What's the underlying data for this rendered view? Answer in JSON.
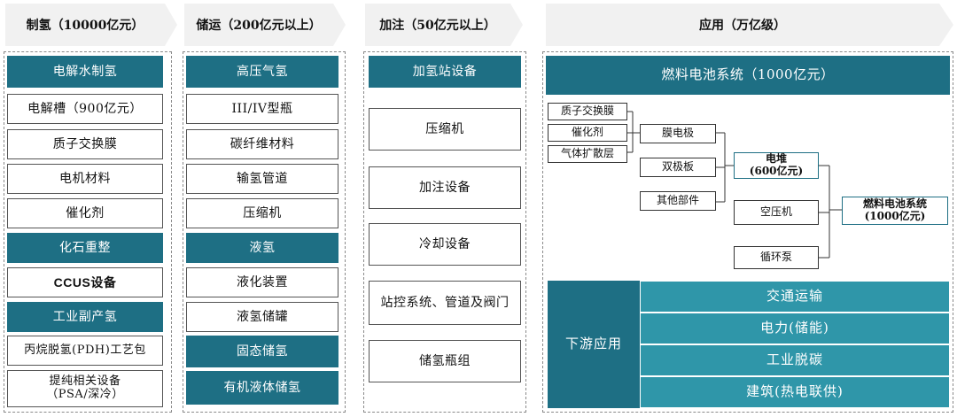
{
  "headers": [
    {
      "label": "制氢（10000亿元）"
    },
    {
      "label": "储运（200亿元以上）"
    },
    {
      "label": "加注（50亿元以上）"
    },
    {
      "label": "应用（万亿级）"
    }
  ],
  "production": {
    "items": [
      "电解水制氢",
      "电解槽（900亿元）",
      "质子交换膜",
      "电机材料",
      "催化剂",
      "化石重整",
      "CCUS设备",
      "工业副产氢",
      "丙烷脱氢(PDH)工艺包",
      "提纯相关设备\n（PSA/深冷）"
    ]
  },
  "storage": {
    "items": [
      "高压气氢",
      "III/IV型瓶",
      "碳纤维材料",
      "输氢管道",
      "压缩机",
      "液氢",
      "液化装置",
      "液氢储罐",
      "固态储氢",
      "有机液体储氢"
    ]
  },
  "refuel": {
    "title": "加氢站设备",
    "items": [
      "压缩机",
      "加注设备",
      "冷却设备",
      "站控系统、管道及阀门",
      "储氢瓶组"
    ]
  },
  "application": {
    "title": "燃料电池系统（1000亿元）",
    "nodes": {
      "pem": "质子交换膜",
      "catalyst": "催化剂",
      "gdl": "气体扩散层",
      "mea": "膜电极",
      "bipolar": "双极板",
      "other": "其他部件",
      "stack": "电堆\n(600亿元)",
      "compressor": "空压机",
      "pump": "循环泵",
      "system": "燃料电池系统\n(1000亿元)"
    },
    "downstream_label": "下游应用",
    "downstream": [
      "交通运输",
      "电力(储能)",
      "工业脱碳",
      "建筑(热电联供)"
    ]
  }
}
